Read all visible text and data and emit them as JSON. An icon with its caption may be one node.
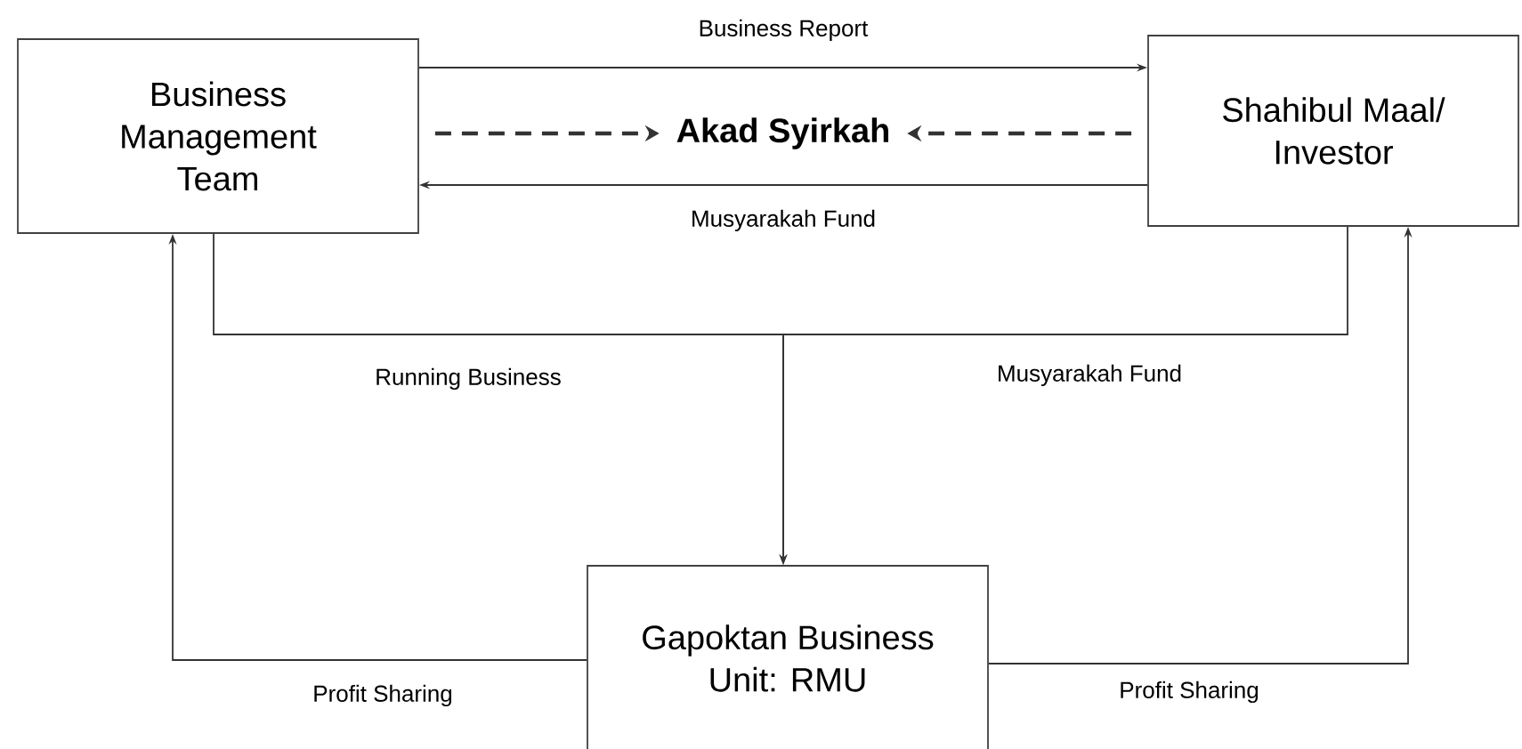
{
  "diagram": {
    "nodes": [
      {
        "text": [
          "Business Management Team"
        ]
      },
      {
        "text": [
          "Shahibul Maal/ Investor"
        ]
      },
      {
        "text": [
          "Akad Syirkah"
        ]
      },
      {
        "text": [
          "Gapoktan Business Unit: RMU"
        ]
      }
    ],
    "edges": [
      {
        "from": 0,
        "to": 1,
        "arrow": "to",
        "label": "Business Report"
      },
      {
        "from": 0,
        "to": 2,
        "arrow": "to",
        "style": "dashed"
      },
      {
        "from": 1,
        "to": 2,
        "arrow": "to",
        "style": "dashed"
      },
      {
        "from": 1,
        "to": 0,
        "arrow": "to",
        "label": "Musyarakah Fund"
      },
      {
        "from": 0,
        "to": 3,
        "arrow": "to",
        "label": "Running Business"
      },
      {
        "from": 1,
        "to": 3,
        "arrow": "to",
        "label": "Musyarakah Fund"
      },
      {
        "from": 3,
        "to": 0,
        "arrow": "to",
        "label": "Profit Sharing"
      },
      {
        "from": 3,
        "to": 1,
        "arrow": "to",
        "label": "Profit Sharing"
      }
    ]
  }
}
